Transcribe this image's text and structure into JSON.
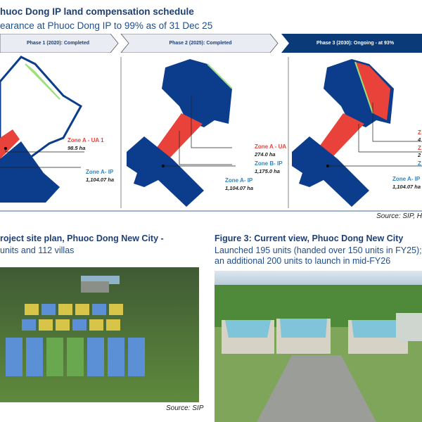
{
  "header": {
    "title": "huoc Dong IP land compensation schedule",
    "subtitle": "earance at Phuoc Dong IP to 99% as of 31 Dec 25"
  },
  "phases": [
    {
      "label": "Phase 1 (2020): Completed",
      "status": "completed"
    },
    {
      "label": "Phase 2 (2025): Completed",
      "status": "completed"
    },
    {
      "label": "Phase 3 (2030): Ongoing - at 93%",
      "status": "ongoing",
      "progress_percent": 93
    }
  ],
  "maps": {
    "panel1": {
      "zone_a_ua": "Zone A - UA 1",
      "zone_a_ua_area": "98.5 ha",
      "zone_a_ip": "Zone A- IP",
      "zone_a_ip_area": "1,104.07 ha"
    },
    "panel2": {
      "zone_a_ua": "Zone A - UA",
      "zone_a_ua_area": "274.0 ha",
      "zone_b_ip": "Zone B- IP",
      "zone_b_ip_area": "1,175.0 ha",
      "zone_a_ip": "Zone A- IP",
      "zone_a_ip_area": "1,104.07 ha"
    },
    "panel3": {
      "zone_a_ua": "Z",
      "zone_a_ua_area": "4",
      "zone_b": "Z",
      "zone_b_area": "2",
      "zone_c": "Z",
      "zone_a_ip": "Zone A- IP",
      "zone_a_ip_area": "1,104.07 ha"
    }
  },
  "source_top": "Source: SIP, H",
  "figure2": {
    "title": "roject site plan, Phuoc Dong New City -",
    "subtitle": "units and 112 villas",
    "source": "Source: SIP"
  },
  "figure3": {
    "title": "Figure 3: Current view, Phuoc Dong New City",
    "subtitle_line1": "Launched 195 units (handed over 150 units in FY25);",
    "subtitle_line2": "an additional 200 units to launch in mid-FY26"
  },
  "colors": {
    "navy": "#0b3d8c",
    "red": "#e8423a",
    "green": "#9be07a",
    "chevron_light": "#e9edf3",
    "chevron_dark": "#0b3a78"
  }
}
